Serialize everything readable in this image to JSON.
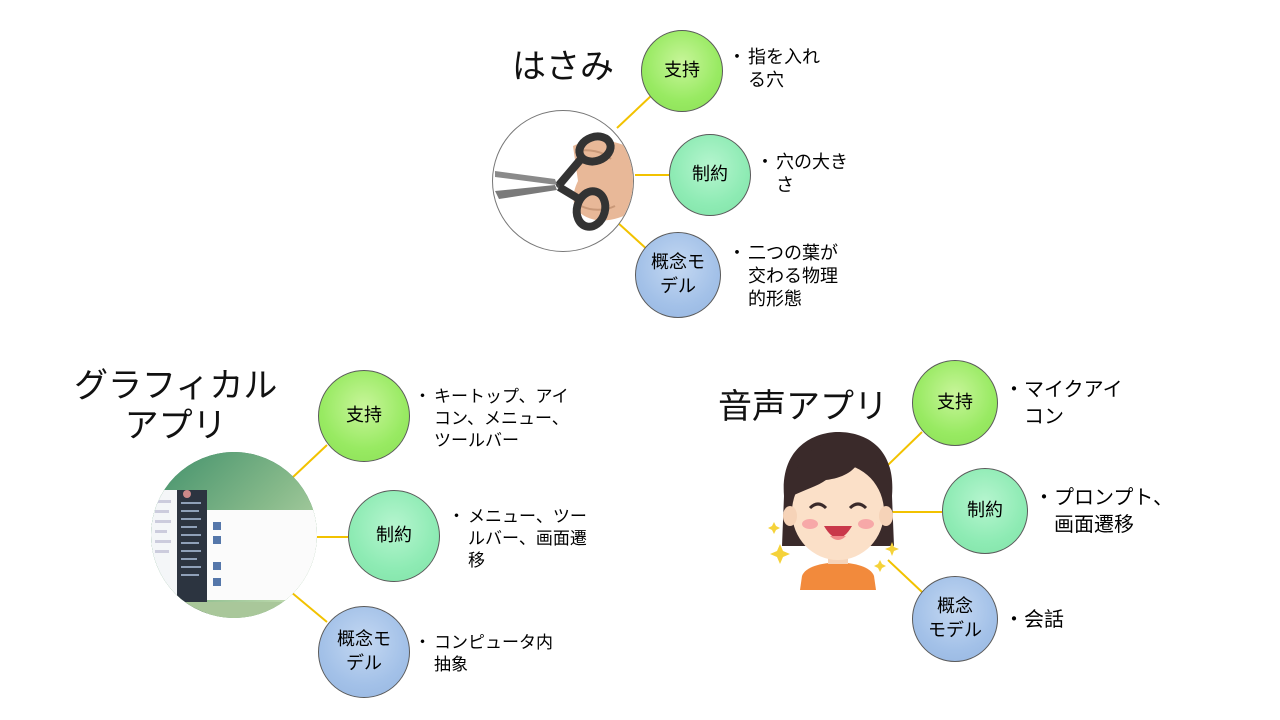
{
  "colors": {
    "connector": "#f2c200",
    "support_fill": "#98ea62",
    "constraint_fill": "#8eebb4",
    "model_fill": "#a3c1e8"
  },
  "clusters": [
    {
      "title": "はさみ",
      "image_icon": "scissors-in-hand-icon",
      "support": {
        "label": "支持",
        "bullet": "指を入れ\nる穴"
      },
      "constraint": {
        "label": "制約",
        "bullet": "穴の大き\nさ"
      },
      "model": {
        "label": "概念モ\nデル",
        "bullet": "二つの葉が\n交わる物理\n的形態"
      }
    },
    {
      "title": "グラフィカル\nアプリ",
      "image_icon": "desktop-start-menu-screenshot-icon",
      "support": {
        "label": "支持",
        "bullet": "キートップ、アイ\nコン、メニュー、\nツールバー"
      },
      "constraint": {
        "label": "制約",
        "bullet": "メニュー、ツー\nルバー、画面遷\n移"
      },
      "model": {
        "label": "概念モ\nデル",
        "bullet": "コンピュータ内\n抽象"
      }
    },
    {
      "title": "音声アプリ",
      "image_icon": "smiling-girl-face-icon",
      "support": {
        "label": "支持",
        "bullet": "マイクアイ\nコン"
      },
      "constraint": {
        "label": "制約",
        "bullet": "プロンプト、\n画面遷移"
      },
      "model": {
        "label": "概念\nモデル",
        "bullet": "会話"
      }
    }
  ],
  "bullet_symbol": "・"
}
